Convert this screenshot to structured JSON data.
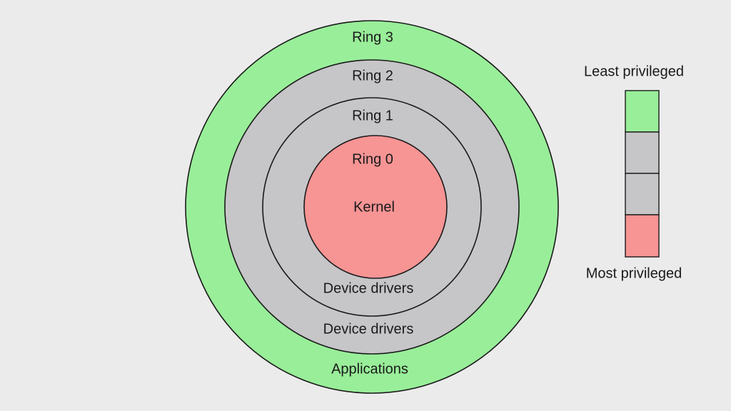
{
  "rings": {
    "ring3": {
      "name": "Ring 3",
      "content": "Applications",
      "color": "#99ee99"
    },
    "ring2": {
      "name": "Ring 2",
      "content": "Device drivers",
      "color": "#c6c5c8"
    },
    "ring1": {
      "name": "Ring 1",
      "content": "Device drivers",
      "color": "#c6c5c8"
    },
    "ring0": {
      "name": "Ring 0",
      "content": "Kernel",
      "color": "#f79494"
    }
  },
  "legend": {
    "top_label": "Least privileged",
    "bottom_label": "Most privileged",
    "segment_colors": [
      "#99ee99",
      "#c6c5c8",
      "#c6c5c8",
      "#f79494"
    ]
  },
  "colors": {
    "background": "#ebebeb",
    "stroke": "#1a1a1a"
  }
}
